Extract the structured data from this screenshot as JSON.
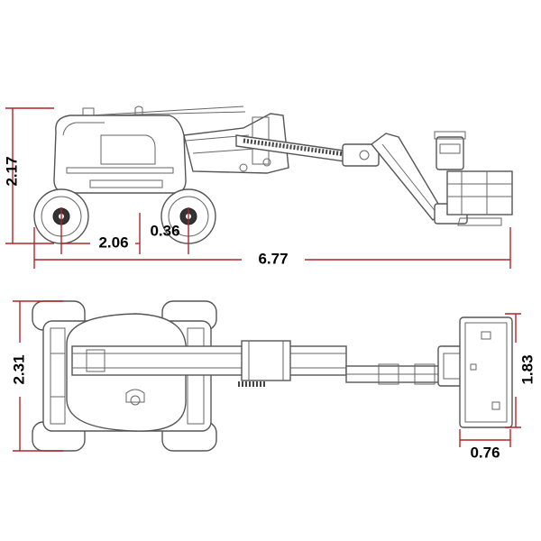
{
  "side_view": {
    "height_label": "2.17",
    "wheelbase_label": "2.06",
    "offset_label": "0.36",
    "overall_length_label": "6.77"
  },
  "top_view": {
    "width_label": "2.31",
    "platform_length_label": "1.83",
    "platform_width_label": "0.76"
  },
  "colors": {
    "dimension_line": "#b0252a",
    "outline": "#555555",
    "label": "#000000"
  }
}
